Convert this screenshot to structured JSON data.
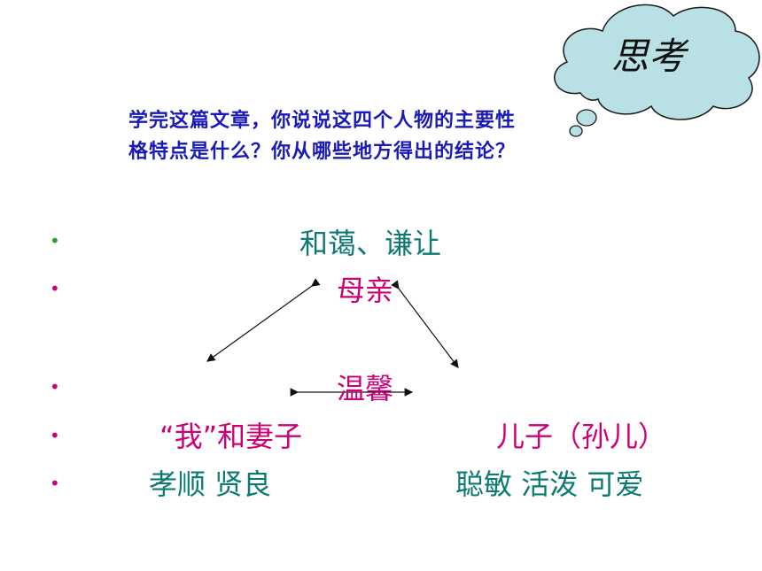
{
  "thought_bubble": {
    "label": "思考"
  },
  "question": {
    "line1": "学完这篇文章，你说说这四个人物的主要性",
    "line2": "格特点是什么？你从哪些地方得出的结论？"
  },
  "bullets": [
    {
      "text": "和蔼、谦让",
      "color": "#0b7a72",
      "bullet_color": "#2a9a3a"
    },
    {
      "text": "母亲",
      "color": "#cc0077",
      "bullet_color": "#cc0077"
    },
    {
      "text": "温馨",
      "color": "#cc0077",
      "bullet_color": "#cc0077"
    },
    {
      "text_left": "“我”和妻子",
      "text_right": "儿子（孙儿）",
      "color": "#cc0077",
      "bullet_color": "#cc0077"
    },
    {
      "text_left": "孝顺  贤良",
      "text_right": "聪敏 活泼  可爱",
      "color": "#0b7a72",
      "bullet_color": "#cc0077"
    }
  ],
  "colors": {
    "cloud_fill": "#b9e0e4",
    "cloud_stroke": "#1a1a1a",
    "question": "#1a1ab8",
    "arrow": "#111111"
  }
}
